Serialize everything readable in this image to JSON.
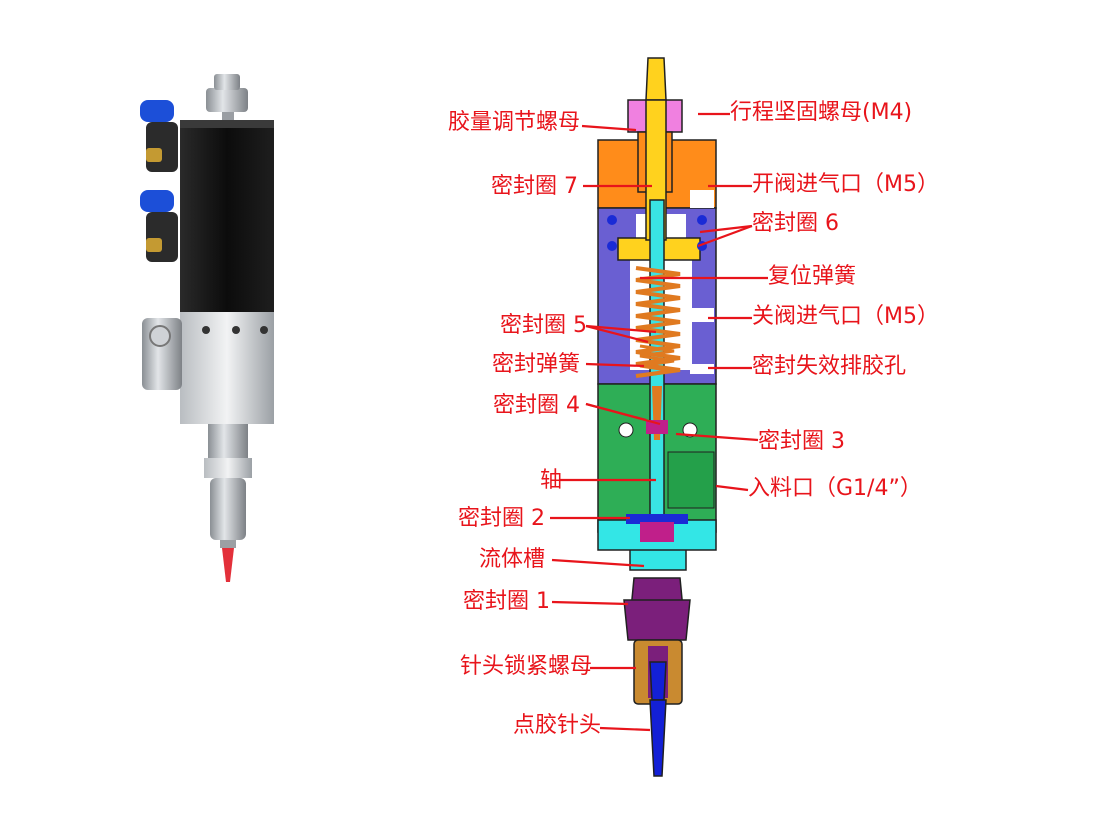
{
  "colors": {
    "label": "#e8141b",
    "cap": "#f080e0",
    "top_block": "#ff8c1a",
    "body_upper": "#6a5fd2",
    "body_mid": "#2eae56",
    "body_lower": "#33e6e6",
    "shaft": "#39e3e3",
    "piston": "#ffd21e",
    "nozzle": "#7b1f7b",
    "lock_nut": "#c98a30",
    "needle": "#1320d6",
    "seal": "#c01f8a"
  },
  "labels": {
    "glue_adjust_nut": "胶量调节螺母",
    "stroke_lock_nut": "行程坚固螺母(M4)",
    "seal_7": "密封圈 7",
    "open_air_inlet": "开阀进气口（M5）",
    "seal_6": "密封圈 6",
    "return_spring": "复位弹簧",
    "seal_5": "密封圈 5",
    "close_air_inlet": "关阀进气口（M5）",
    "seal_spring": "密封弹簧",
    "seal_fail_drain": "密封失效排胶孔",
    "seal_4": "密封圈 4",
    "seal_3": "密封圈 3",
    "shaft": "轴",
    "feed_inlet": "入料口（G1/4”）",
    "seal_2": "密封圈 2",
    "fluid_groove": "流体槽",
    "seal_1": "密封圈 1",
    "needle_lock_nut": "针头锁紧螺母",
    "dispensing_needle": "点胶针头"
  }
}
